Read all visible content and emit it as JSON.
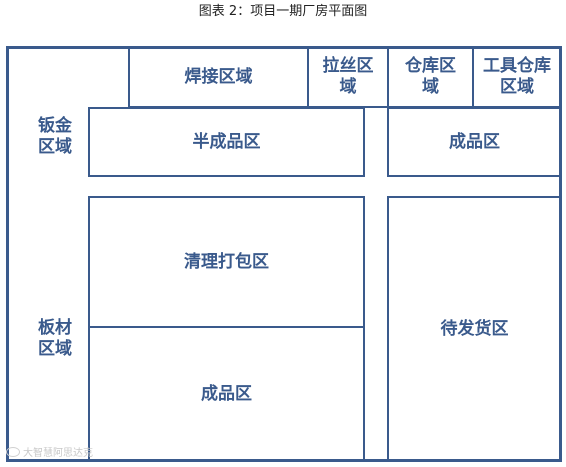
{
  "figure": {
    "caption": "图表 2：项目一期厂房平面图"
  },
  "zones": {
    "welding": "焊接区域",
    "drawing": "拉丝区\n域",
    "warehouse": "仓库区\n域",
    "tool_warehouse": "工具仓库\n区域",
    "sheet_metal": "钣金\n区域",
    "semi_finished": "半成品区",
    "finished_top": "成品区",
    "cleaning_packing": "清理打包区",
    "plate_material": "板材\n区域",
    "finished_bottom": "成品区",
    "pending_shipment": "待发货区"
  },
  "watermark": "大智慧阿思达克"
}
